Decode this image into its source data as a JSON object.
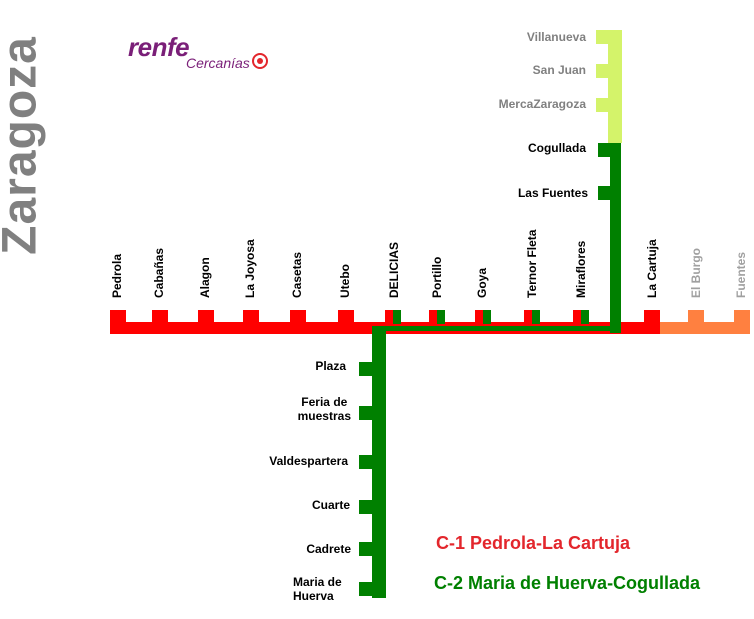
{
  "city": "Zaragoza",
  "logo": {
    "brand": "renfe",
    "sub": "Cercanías"
  },
  "colors": {
    "c1": "#ff0000",
    "c2": "#008000",
    "future_north": "#d4f36a",
    "future_east": "#ff8040"
  },
  "main_line_stations": [
    "Pedrola",
    "Cabañas",
    "Alagon",
    "La Joyosa",
    "Casetas",
    "Utebo",
    "DELICIAS",
    "Portillo",
    "Goya",
    "Ternor Fleta",
    "Miraflores",
    "La Cartuja",
    "El Burgo",
    "Fuentes"
  ],
  "north_future": [
    "Villanueva",
    "San Juan",
    "MercaZaragoza"
  ],
  "north_c2": [
    "Cogullada",
    "Las Fuentes"
  ],
  "south_c2": [
    "Plaza",
    "Feria de\nmuestras",
    "Valdespartera",
    "Cuarte",
    "Cadrete",
    "Maria de\nHuerva"
  ],
  "legend": {
    "c1": "C-1 Pedrola-La Cartuja",
    "c2": "C-2 Maria de Huerva-Cogullada"
  }
}
